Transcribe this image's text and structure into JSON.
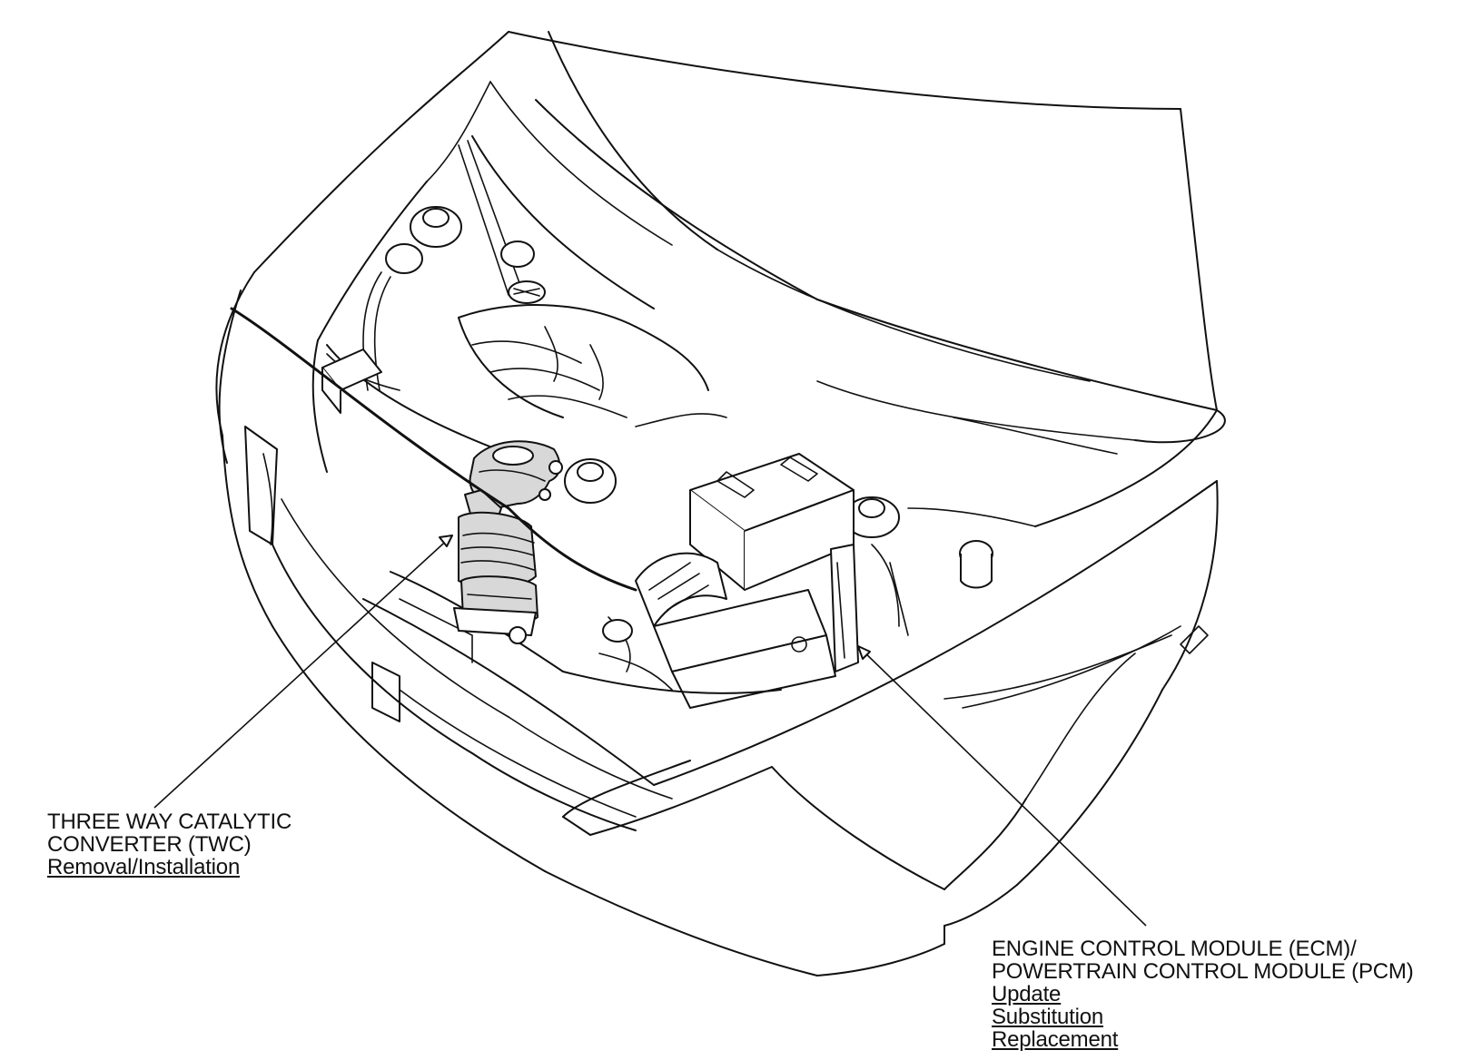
{
  "diagram": {
    "subject": "engine-compartment-line-drawing"
  },
  "callouts": {
    "twc": {
      "title_lines": [
        "THREE WAY CATALYTIC",
        "CONVERTER (TWC)"
      ],
      "links": [
        "Removal/Installation"
      ]
    },
    "ecm": {
      "title_lines": [
        "ENGINE CONTROL MODULE (ECM)/",
        "POWERTRAIN CONTROL MODULE (PCM)"
      ],
      "links": [
        "Update",
        "Substitution",
        "Replacement"
      ]
    }
  }
}
